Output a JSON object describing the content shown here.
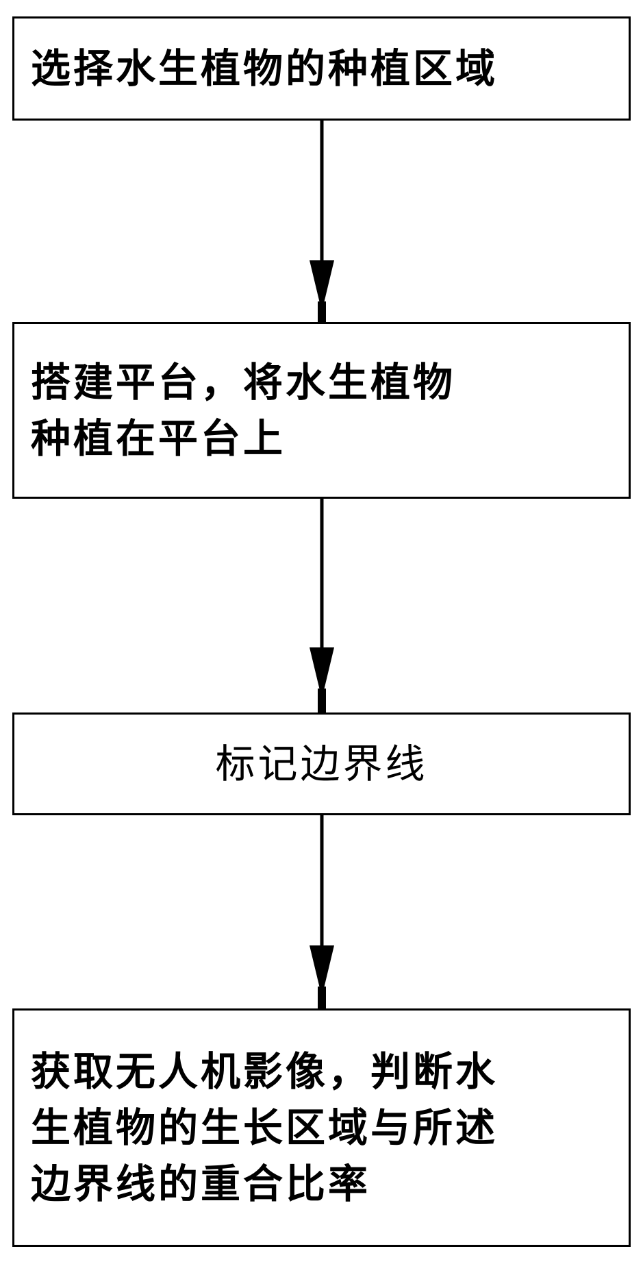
{
  "flowchart": {
    "steps": [
      {
        "lines": [
          "选择水生植物的种植区域"
        ]
      },
      {
        "lines": [
          "搭建平台，将水生植物",
          "种植在平台上"
        ]
      },
      {
        "lines": [
          "标记边界线"
        ]
      },
      {
        "lines": [
          "获取无人机影像，判断水",
          "生植物的生长区域与所述",
          "边界线的重合比率"
        ]
      }
    ]
  }
}
